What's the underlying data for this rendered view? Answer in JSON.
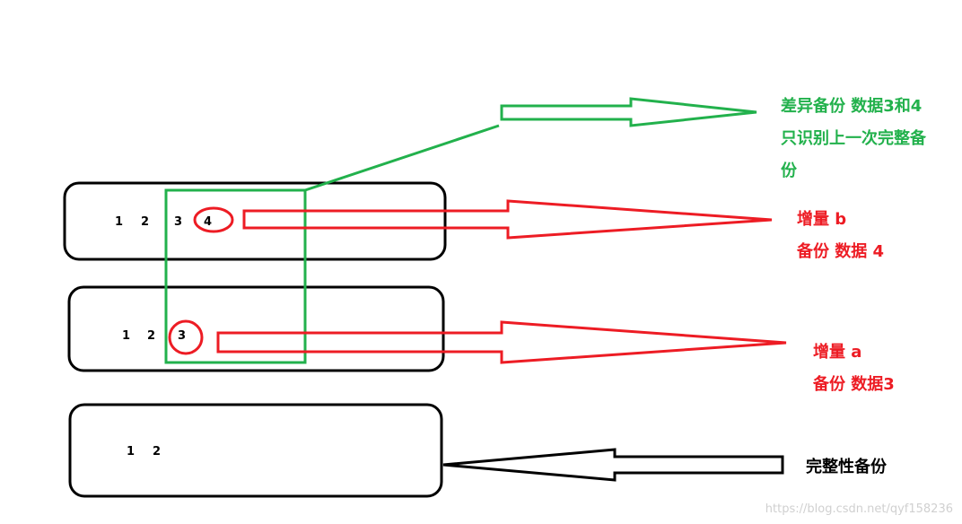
{
  "colors": {
    "green": "#22b14c",
    "red": "#ed1c24",
    "black": "#000000",
    "watermark": "#d0d0d0"
  },
  "boxes": {
    "top": {
      "numbers": [
        "1",
        "2",
        "3",
        "4"
      ],
      "circled": "4"
    },
    "middle": {
      "numbers": [
        "1",
        "2",
        "3"
      ],
      "circled": "3"
    },
    "bottom": {
      "numbers": [
        "1",
        "2"
      ]
    }
  },
  "labels": {
    "differential": {
      "line1": "差异备份 数据3和4",
      "line2": "只识别上一次完整备",
      "line3": "份"
    },
    "incremental_b": {
      "line1": "增量 b",
      "line2": "备份 数据 4"
    },
    "incremental_a": {
      "line1": "增量 a",
      "line2": "备份 数据3"
    },
    "full": {
      "line1": "完整性备份"
    }
  },
  "watermark": "https://blog.csdn.net/qyf158236"
}
